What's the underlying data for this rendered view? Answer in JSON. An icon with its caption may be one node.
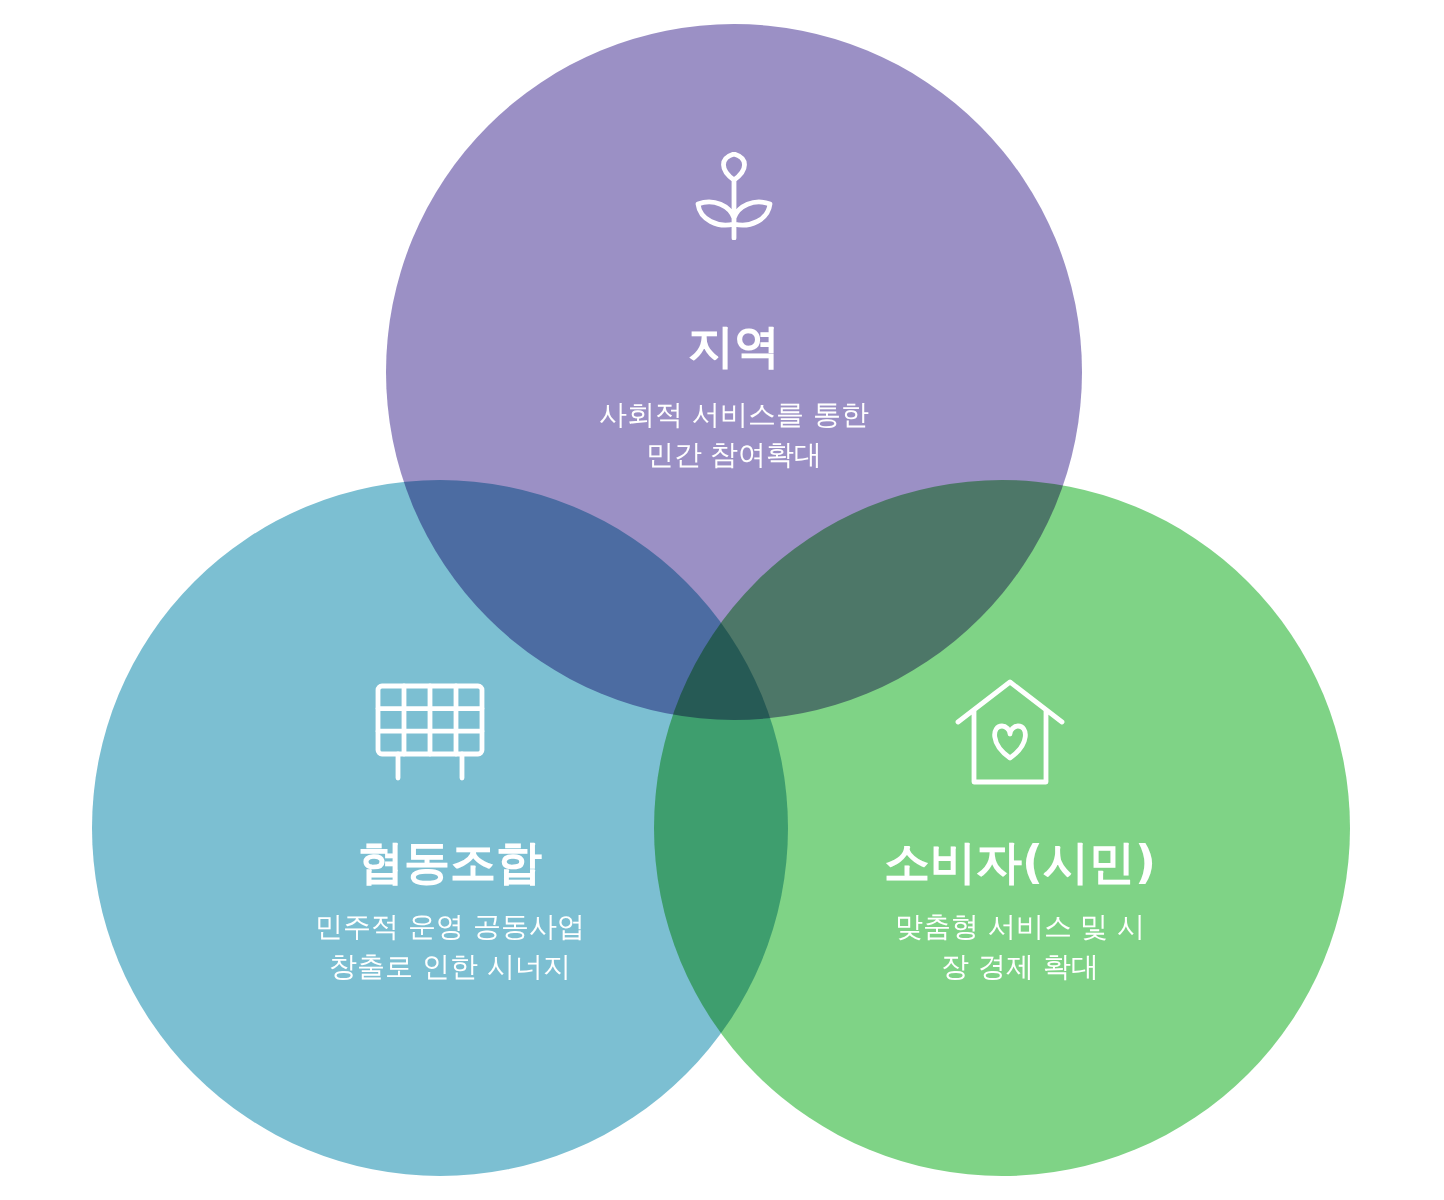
{
  "diagram": {
    "nodes": [
      {
        "text": [
          "지역",
          "사회적 서비스를 통한 민간 참여확대"
        ]
      },
      {
        "text": [
          "협동조합",
          "민주적 운영 공동사업 창출로 인한 시너지"
        ]
      },
      {
        "text": [
          "소비자(시민)",
          "맞춤형 서비스 및 시장 경제 확대"
        ]
      }
    ]
  }
}
